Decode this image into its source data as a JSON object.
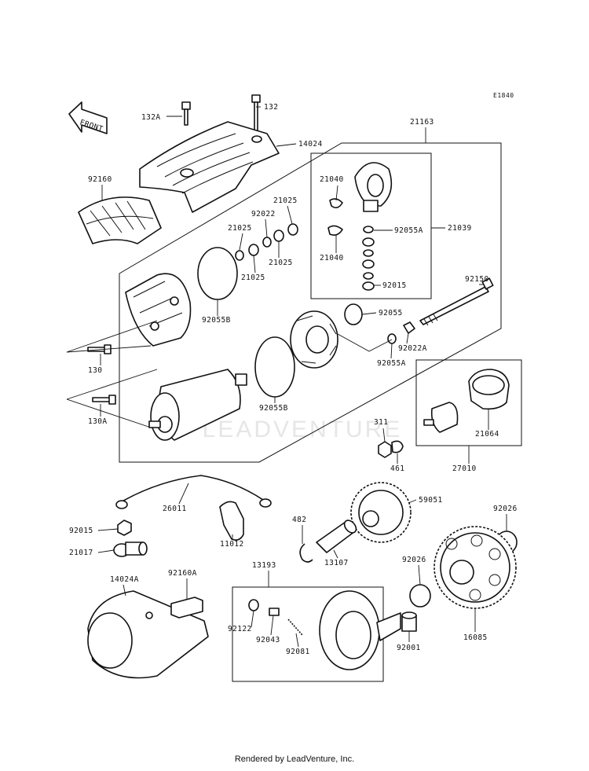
{
  "diagram": {
    "code": "E1840",
    "front_label": "FRONT",
    "watermark": "LEADVENTURE",
    "labels": [
      "132A",
      "132",
      "14024",
      "21163",
      "92160",
      "21040",
      "21025",
      "92022",
      "21025",
      "21039",
      "92055A",
      "21025",
      "21025",
      "21040",
      "92015",
      "92150",
      "92055B",
      "92055",
      "130",
      "92022A",
      "92055A",
      "130A",
      "92055B",
      "311",
      "21064",
      "461",
      "27010",
      "26011",
      "59051",
      "482",
      "92026",
      "92015",
      "11012",
      "21017",
      "13107",
      "92026",
      "13193",
      "14024A",
      "92160A",
      "92122",
      "92043",
      "92081",
      "92001",
      "16085"
    ]
  },
  "footer": {
    "text": "Rendered by LeadVenture, Inc."
  }
}
